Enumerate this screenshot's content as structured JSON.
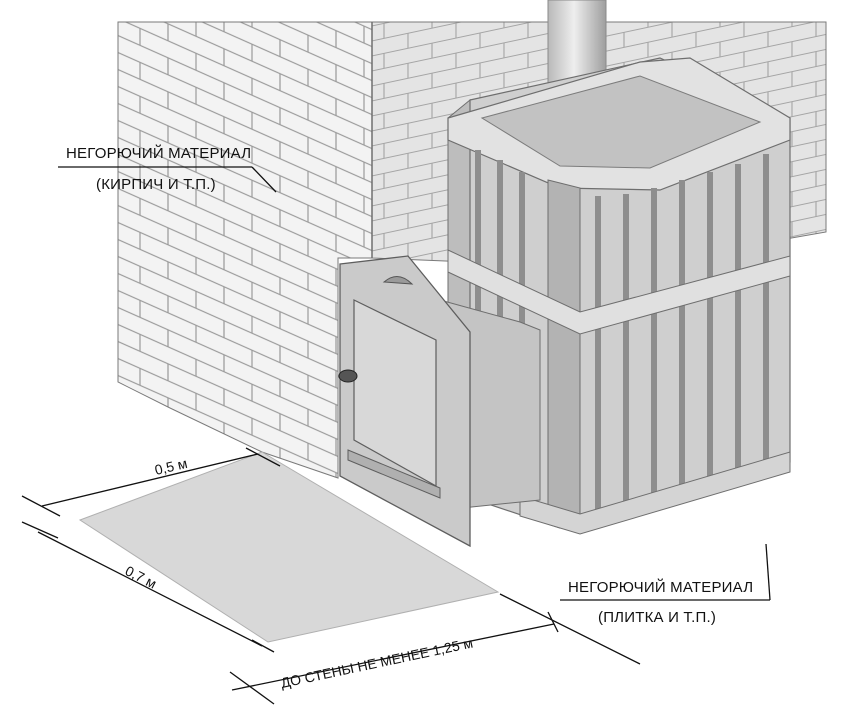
{
  "labels": {
    "wall_material_line1": "НЕГОРЮЧИЙ МАТЕРИАЛ",
    "wall_material_line2": "(КИРПИЧ И Т.П.)",
    "floor_material_line1": "НЕГОРЮЧИЙ МАТЕРИАЛ",
    "floor_material_line2": "(ПЛИТКА И Т.П.)"
  },
  "dimensions": {
    "width": "0,5 м",
    "depth": "0,7 м",
    "to_wall": "ДО СТЕНЫ НЕ МЕНЕЕ 1,25 м"
  },
  "colors": {
    "brick_face": "#f3f3f3",
    "brick_side": "#dedede",
    "mortar": "#9a9a9a",
    "metal_light": "#d6d6d6",
    "metal_mid": "#bdbdbd",
    "metal_dark": "#8e8e8e",
    "floor_plate": "#d8d8d8",
    "ink": "#111111"
  }
}
